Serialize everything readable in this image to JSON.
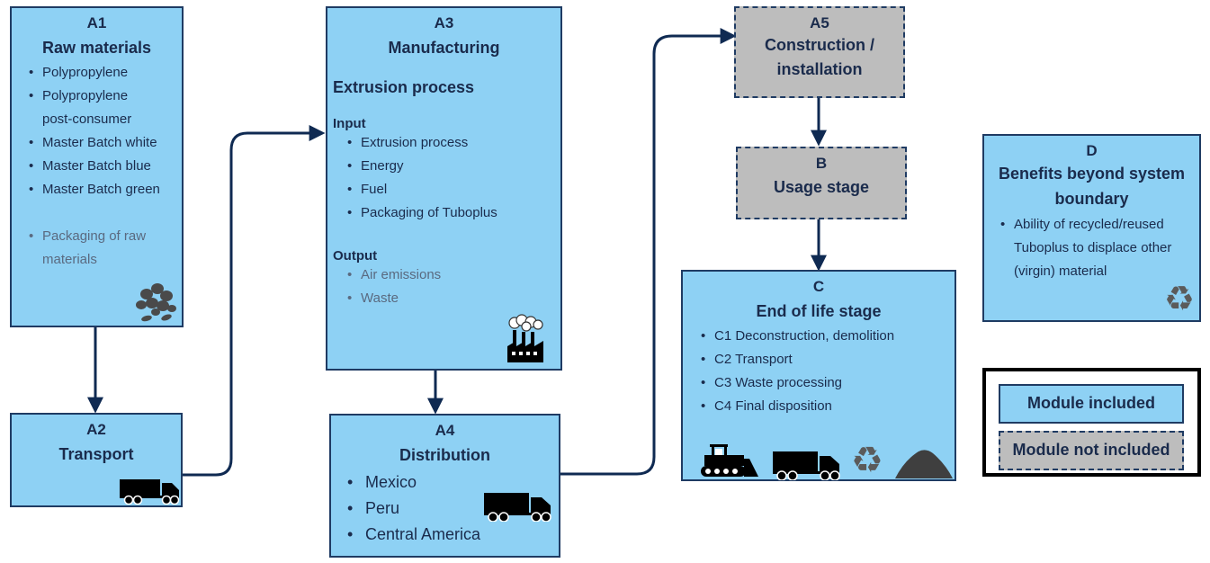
{
  "a1": {
    "code": "A1",
    "title": "Raw materials",
    "items": [
      "Polypropylene",
      "Polypropylene post-consumer",
      "Master Batch white",
      "Master Batch blue",
      "Master Batch green"
    ],
    "extra": "Packaging of raw materials"
  },
  "a2": {
    "code": "A2",
    "title": "Transport"
  },
  "a3": {
    "code": "A3",
    "title": "Manufacturing",
    "section": "Extrusion process",
    "input_label": "Input",
    "input_items": [
      "Extrusion process",
      "Energy",
      "Fuel",
      "Packaging of Tuboplus"
    ],
    "output_label": "Output",
    "output_items": [
      "Air emissions",
      "Waste"
    ]
  },
  "a4": {
    "code": "A4",
    "title": "Distribution",
    "items": [
      "Mexico",
      "Peru",
      "Central America"
    ]
  },
  "a5": {
    "code": "A5",
    "title": "Construction / installation"
  },
  "b": {
    "code": "B",
    "title": "Usage stage"
  },
  "c": {
    "code": "C",
    "title": "End of life stage",
    "items": [
      "C1 Deconstruction, demolition",
      "C2 Transport",
      "C3 Waste processing",
      "C4 Final disposition"
    ]
  },
  "d": {
    "code": "D",
    "title": "Benefits beyond system boundary",
    "items": [
      "Ability of recycled/reused Tuboplus to displace other (virgin) material"
    ]
  },
  "legend": {
    "included": "Module included",
    "not_included": "Module not included"
  },
  "colors": {
    "included": "#8ed1f4",
    "not_included": "#bdbdbd",
    "border": "#1f3b63",
    "arrow": "#0f2a52"
  },
  "icons": [
    "pellets-icon",
    "truck-icon",
    "factory-icon",
    "bulldozer-icon",
    "recycle-icon",
    "landfill-icon"
  ]
}
